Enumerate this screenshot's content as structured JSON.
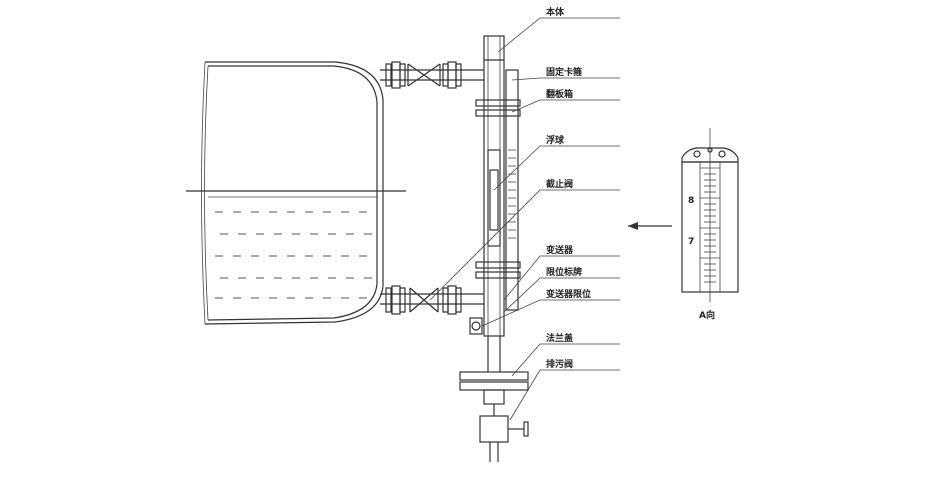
{
  "callouts": [
    {
      "id": "body",
      "text": "本体"
    },
    {
      "id": "fixing_clamp",
      "text": "固定卡箍"
    },
    {
      "id": "magnetic_flap",
      "text": "翻板箱"
    },
    {
      "id": "float",
      "text": "浮球"
    },
    {
      "id": "stop_valve",
      "text": "截止阀"
    },
    {
      "id": "transmitter",
      "text": "变送器"
    },
    {
      "id": "limit_switch",
      "text": "限位标牌"
    },
    {
      "id": "transmitter_limit",
      "text": "变送器限位"
    },
    {
      "id": "flange_cover",
      "text": "法兰盖"
    },
    {
      "id": "drain_valve",
      "text": "排污阀"
    }
  ],
  "scale_view": {
    "numbers": [
      "8",
      "7"
    ],
    "caption": "A向"
  }
}
